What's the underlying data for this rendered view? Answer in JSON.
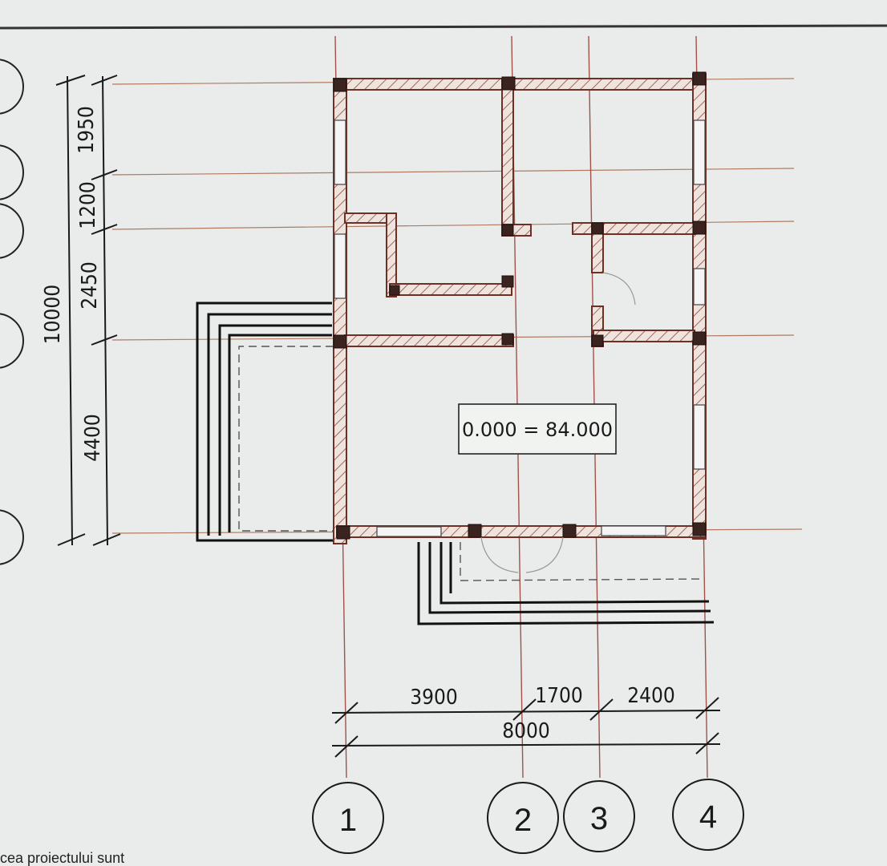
{
  "plan": {
    "level_label": "0.000 = 84.000",
    "caption": "cea proiectului sunt"
  },
  "horizontal_dimensions": {
    "segments": [
      "3900",
      "1700",
      "2400"
    ],
    "total": "8000"
  },
  "vertical_dimensions": {
    "segments": [
      "1950",
      "1200",
      "2450",
      "4400"
    ],
    "total": "10000"
  },
  "axes_columns": [
    "1",
    "2",
    "3",
    "4"
  ],
  "colors": {
    "wall": "#7a3a2e",
    "wall_hatch": "#8a4a3c",
    "grid_line": "#a0524a",
    "line": "#1a1a1a",
    "background": "#e9ecea"
  }
}
